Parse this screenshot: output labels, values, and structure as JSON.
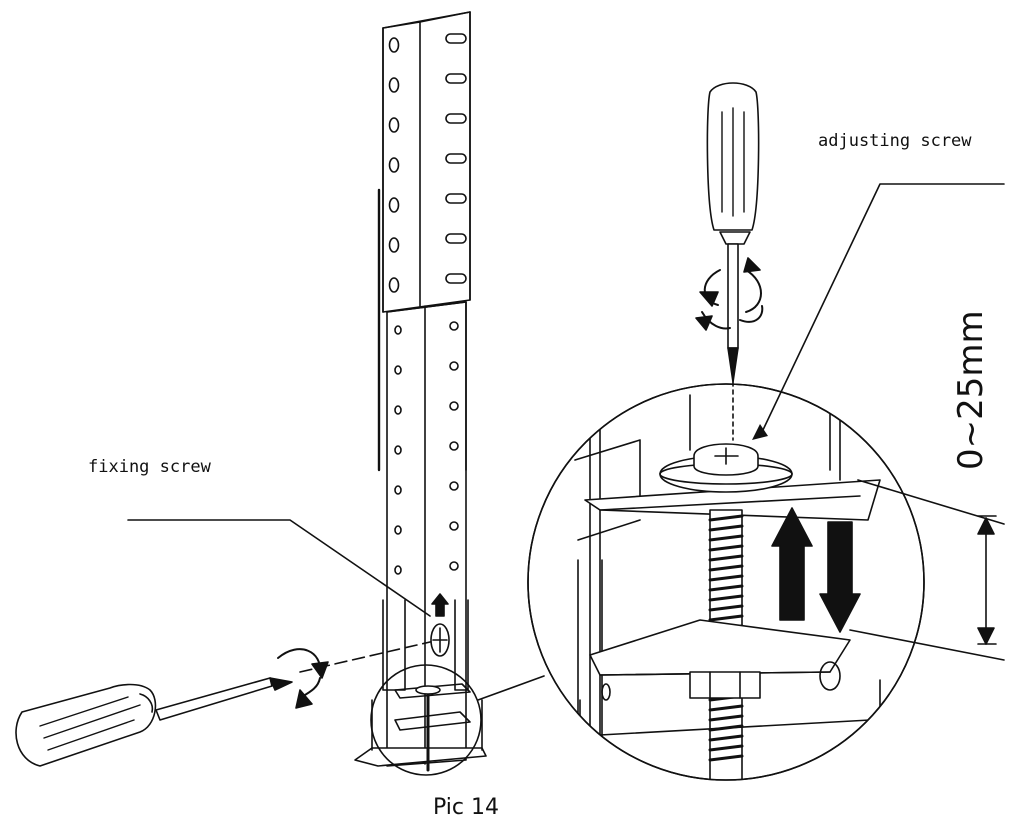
{
  "labels": {
    "fixing_screw": "fixing screw",
    "adjusting_screw": "adjusting screw",
    "range": "0~25mm",
    "caption": "Pic 14"
  },
  "colors": {
    "line": "#111111",
    "background": "#ffffff"
  },
  "icons": {
    "screwdriver_left": "screwdriver-icon",
    "screwdriver_top": "screwdriver-icon",
    "rotation": "rotate-arrow-icon",
    "height_adjust": "up-down-arrows-icon"
  }
}
